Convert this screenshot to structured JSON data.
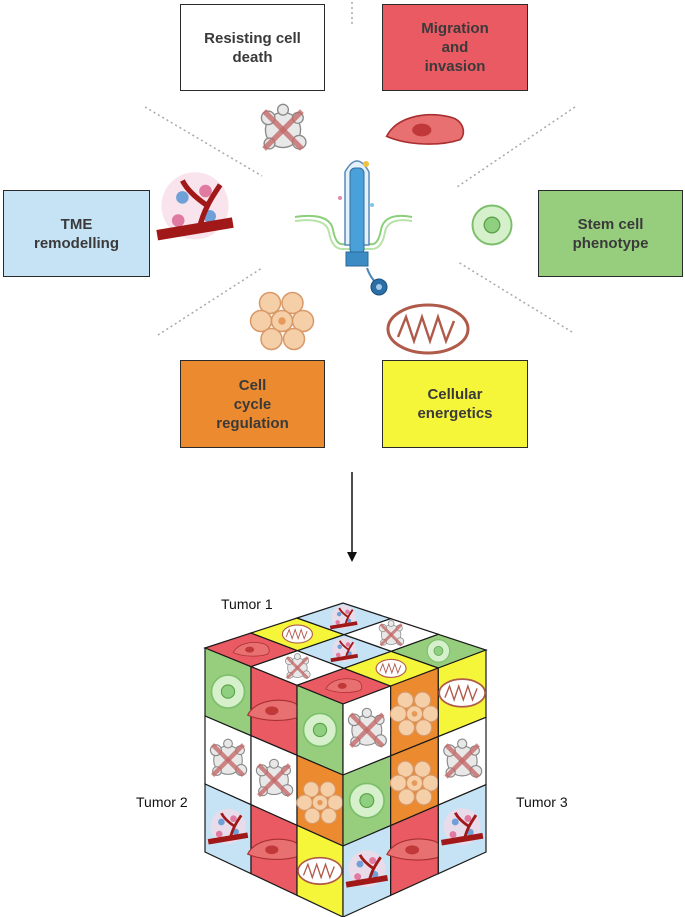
{
  "hallmarks": {
    "resisting_cell_death": "Resisting cell\ndeath",
    "migration_invasion": "Migration\nand\ninvasion",
    "tme_remodelling": "TME\nremodelling",
    "stem_cell_phenotype": "Stem cell\nphenotype",
    "cell_cycle_regulation": "Cell\ncycle\nregulation",
    "cellular_energetics": "Cellular\nenergetics"
  },
  "colors": {
    "resisting_cell_death": "#ffffff",
    "migration_invasion": "#ea5a63",
    "tme_remodelling": "#c5e3f5",
    "stem_cell_phenotype": "#97ce7e",
    "cell_cycle_regulation": "#ec8a2f",
    "cellular_energetics": "#f5f53a"
  },
  "tumors": {
    "tumor1": "Tumor 1",
    "tumor2": "Tumor 2",
    "tumor3": "Tumor 3"
  }
}
